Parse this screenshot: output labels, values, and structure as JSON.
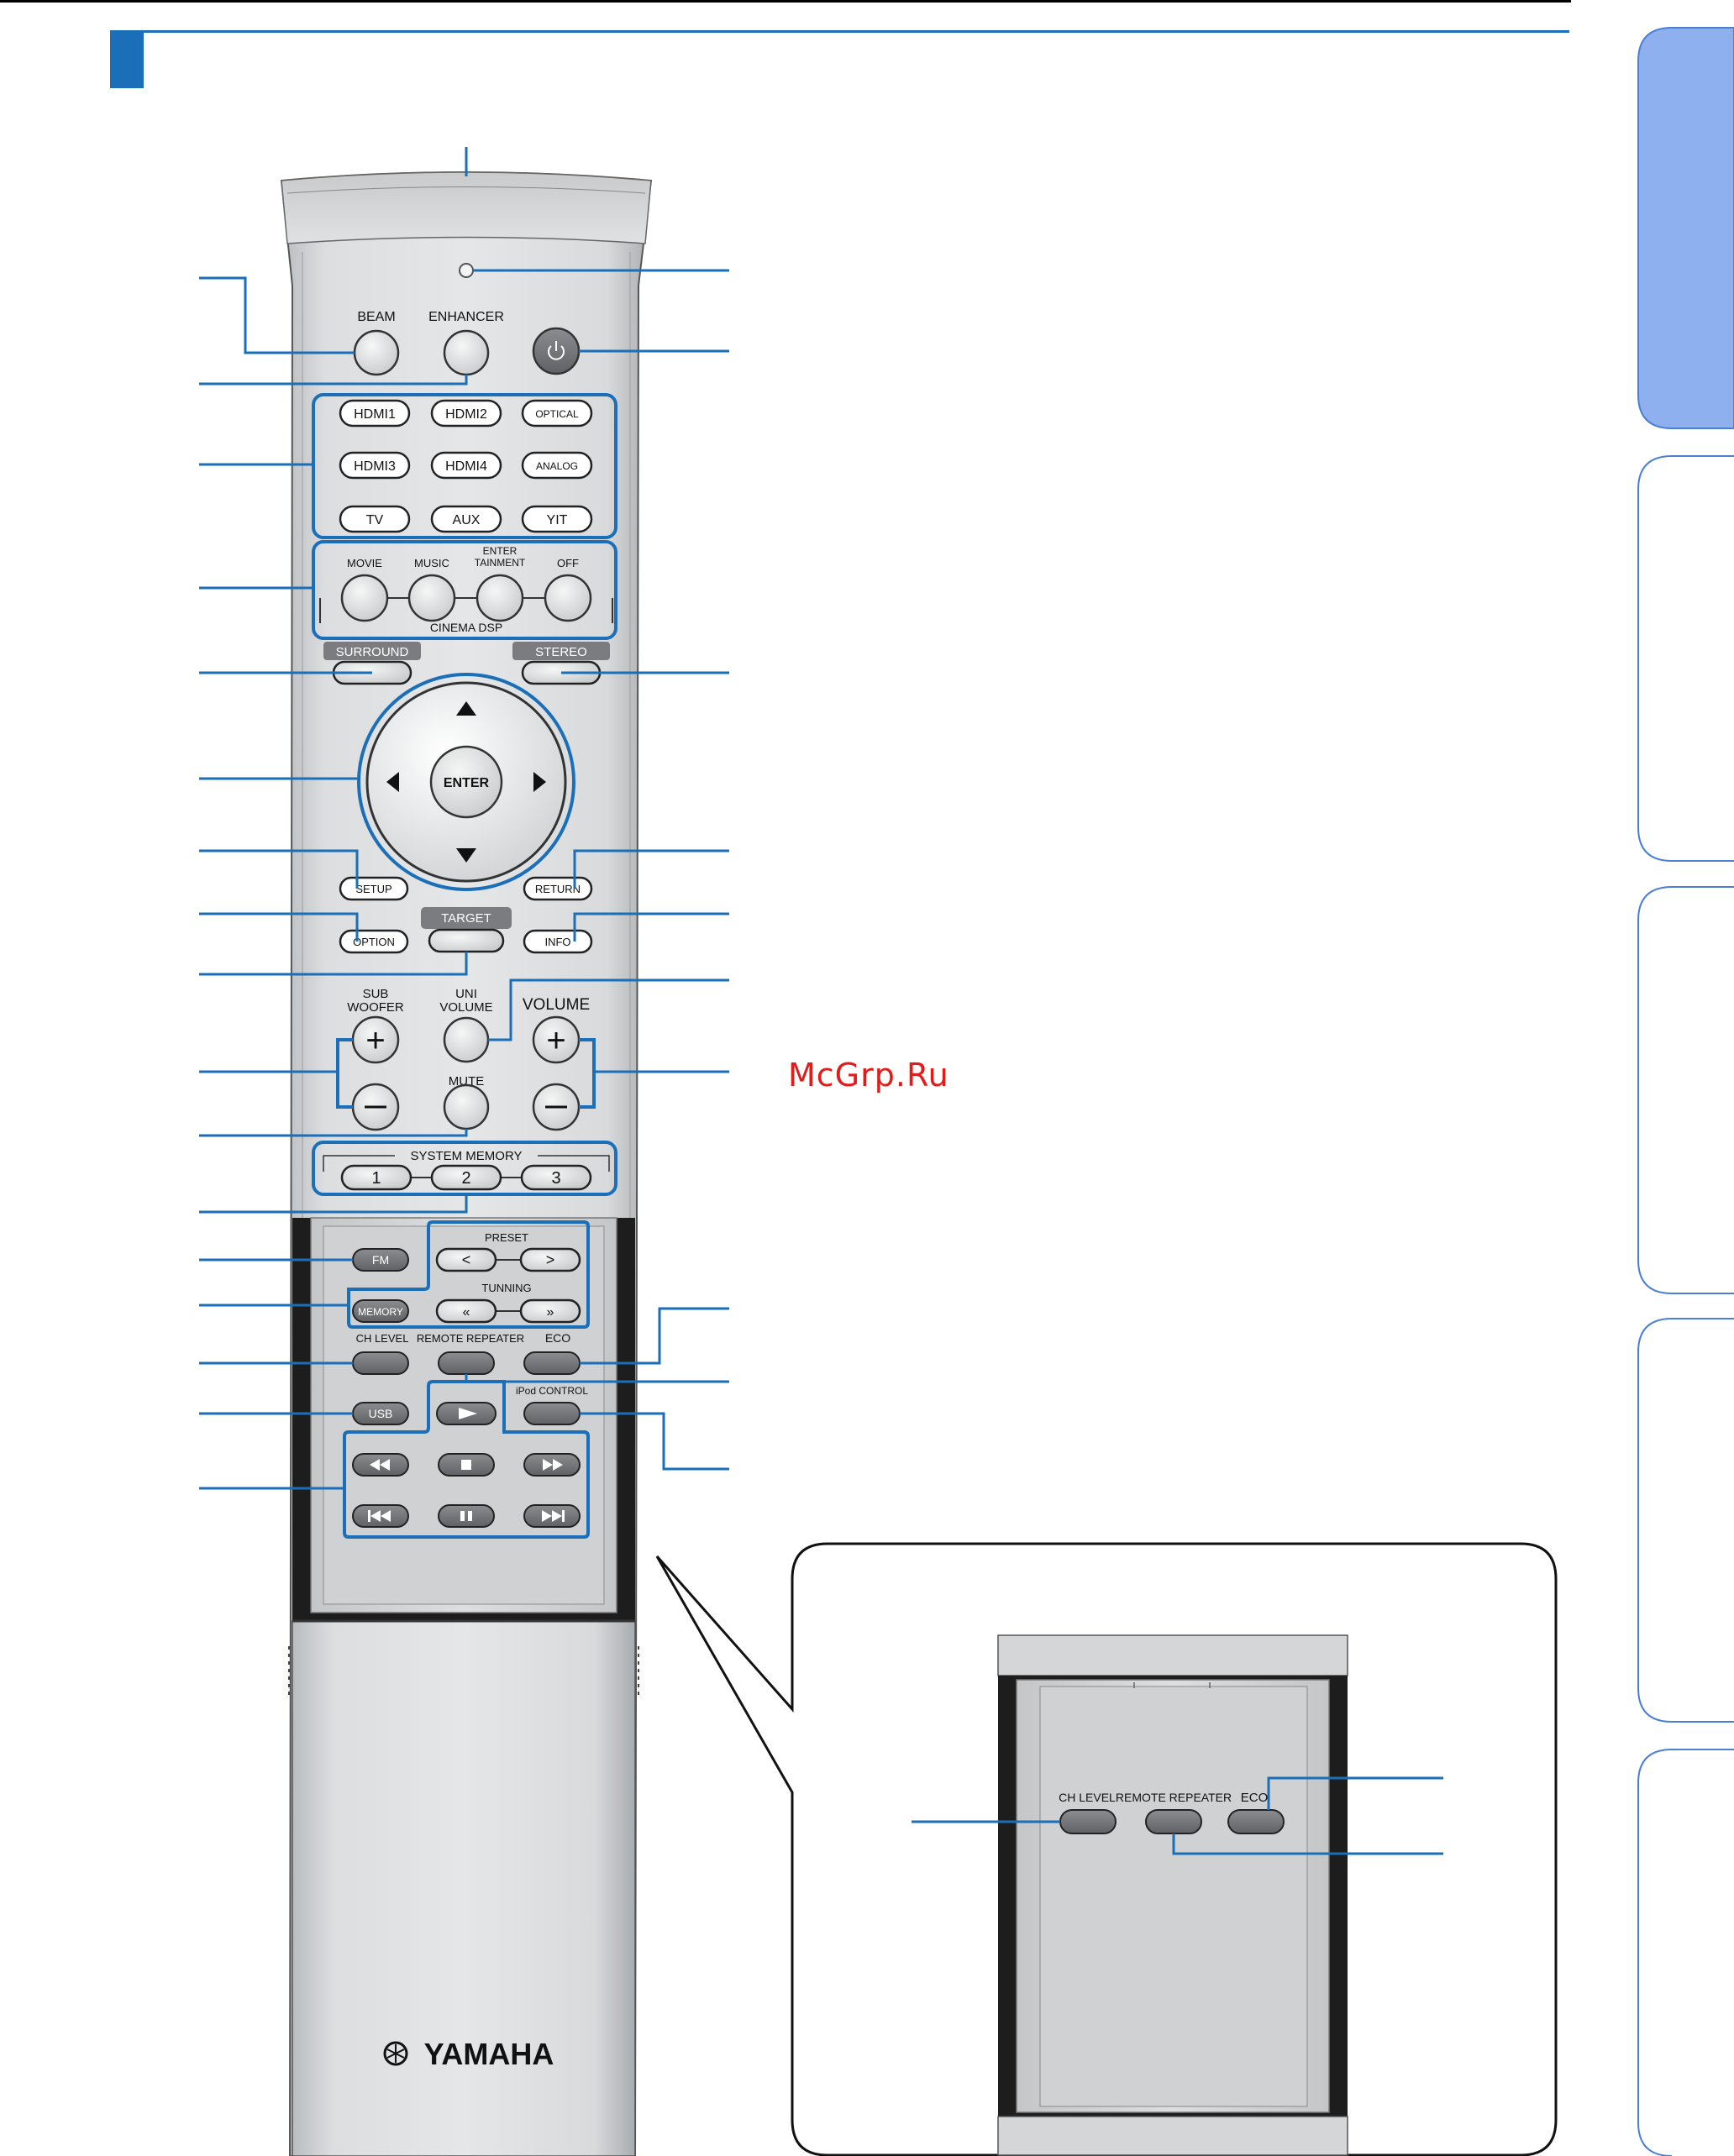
{
  "watermark": "McGrp.Ru",
  "brand": "YAMAHA",
  "colors": {
    "accent": "#1a6fb8",
    "side_tab_active": "#8fb0ee",
    "remote_body": "#d4d6d8"
  },
  "buttons": {
    "beam": "BEAM",
    "enhancer": "ENHANCER",
    "inputs": [
      "HDMI1",
      "HDMI2",
      "OPTICAL",
      "HDMI3",
      "HDMI4",
      "ANALOG",
      "TV",
      "AUX",
      "YIT"
    ],
    "dsp": [
      "MOVIE",
      "MUSIC",
      "ENTER\nTAINMENT",
      "OFF"
    ],
    "cinema_dsp": "CINEMA DSP",
    "surround": "SURROUND",
    "stereo": "STEREO",
    "enter": "ENTER",
    "setup": "SETUP",
    "return": "RETURN",
    "option": "OPTION",
    "target": "TARGET",
    "info": "INFO",
    "subwoofer": "SUB\nWOOFER",
    "univolume": "UNI\nVOLUME",
    "volume": "VOLUME",
    "mute": "MUTE",
    "system_memory": "SYSTEM MEMORY",
    "memory_numbers": [
      "1",
      "2",
      "3"
    ],
    "fm": "FM",
    "preset": "PRESET",
    "memory": "MEMORY",
    "tunning": "TUNNING",
    "ch_level": "CH LEVEL",
    "remote_repeater": "REMOTE REPEATER",
    "eco": "ECO",
    "usb": "USB",
    "ipod_control": "iPod CONTROL"
  },
  "icons": [
    "power-icon",
    "up-arrow-icon",
    "down-arrow-icon",
    "left-arrow-icon",
    "right-arrow-icon",
    "play-icon",
    "stop-icon",
    "pause-icon",
    "rewind-icon",
    "fast-forward-icon",
    "skip-back-icon",
    "skip-forward-icon",
    "yamaha-logo-icon"
  ]
}
